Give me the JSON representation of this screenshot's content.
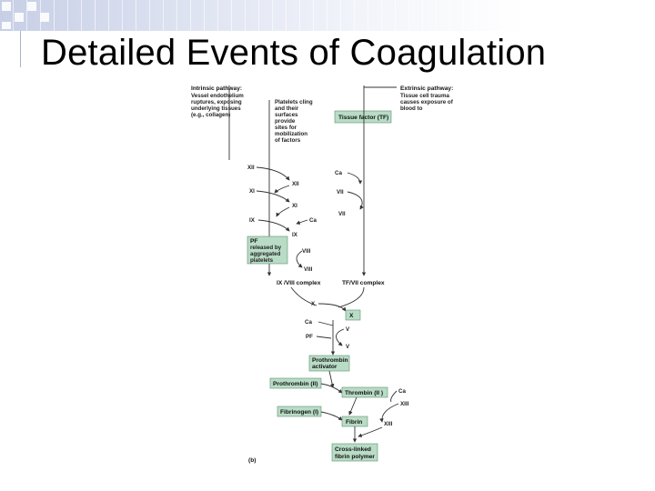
{
  "slide": {
    "title": "Detailed Events of Coagulation"
  },
  "diagram": {
    "intrinsic": {
      "heading": "Intrinsic pathway:",
      "lines": [
        "Vessel endothelium",
        "ruptures, exposing",
        "underlying tissues",
        "(e.g., collagen)"
      ]
    },
    "platelets": {
      "lines": [
        "Platelets cling",
        "and their",
        "surfaces",
        "provide",
        "sites for",
        "mobilization",
        "of factors"
      ]
    },
    "extrinsic": {
      "heading": "Extrinsic pathway:",
      "lines": [
        "Tissue cell trauma",
        "causes exposure of",
        "blood to"
      ]
    },
    "tissue_factor": "Tissue factor (TF)",
    "pf3_box": [
      "PF",
      "released by",
      "aggregated",
      "platelets"
    ],
    "labels": {
      "xii": "XII",
      "xiia": "XII",
      "xi": "XI",
      "xia": "XI",
      "ix": "IX",
      "ixa": "IX",
      "ca_ix": "Ca",
      "ca_top": "Ca",
      "vii": "VII",
      "viia": "VII",
      "viii": "VIII",
      "viiia": "VIII",
      "ix_complex": "IX /VIII  complex",
      "tf_complex": "TF/VII  complex",
      "x": "X",
      "xa": "X",
      "ca_x": "Ca",
      "v": "V",
      "va": "V",
      "pf3": "PF",
      "prothrombin_activator": [
        "Prothrombin",
        "activator"
      ],
      "prothrombin": "Prothrombin (II)",
      "thrombin": "Thrombin (II )",
      "ca_thr": "Ca",
      "xiii": "XIII",
      "xiiia": "XIII",
      "fibrinogen": "Fibrinogen (I)",
      "fibrin": "Fibrin",
      "polymer": [
        "Cross-linked",
        "fibrin polymer"
      ],
      "panel": "(b)"
    }
  }
}
